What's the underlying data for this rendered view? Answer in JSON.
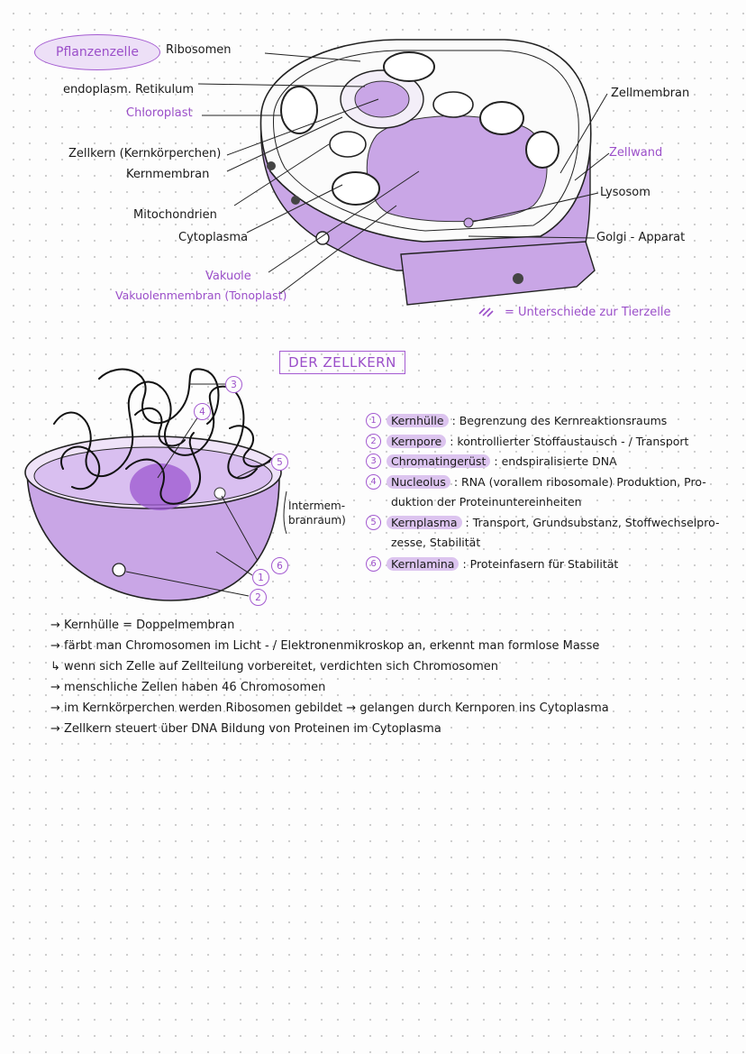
{
  "plant_cell": {
    "title": "Pflanzenzelle",
    "labels": {
      "ribosomen": "Ribosomen",
      "er": "endoplasm. Retikulum",
      "chloroplast": "Chloroplast",
      "zellkern": "Zellkern (Kernkörperchen)",
      "kernmembran": "Kernmembran",
      "mitochondrien": "Mitochondrien",
      "cytoplasma": "Cytoplasma",
      "vakuole": "Vakuole",
      "vakuolenmembran": "Vakuolenmembran (Tonoplast)",
      "zellmembran": "Zellmembran",
      "zellwand": "Zellwand",
      "lysosom": "Lysosom",
      "golgi": "Golgi - Apparat"
    },
    "note": "= Unterschiede zur Tierzelle"
  },
  "nucleus": {
    "title": "DER ZELLKERN",
    "callouts": [
      "1",
      "2",
      "3",
      "4",
      "5",
      "6"
    ],
    "intermembran": [
      "Intermem-",
      "branraum)"
    ],
    "legend": [
      {
        "n": "1",
        "term": "Kernhülle",
        "text": ": Begrenzung des Kernreaktionsraums"
      },
      {
        "n": "2",
        "term": "Kernpore",
        "text": ": kontrollierter Stoffaustausch - / Transport"
      },
      {
        "n": "3",
        "term": "Chromatingerüst",
        "text": ": endspiralisierte DNA"
      },
      {
        "n": "4",
        "term": "Nucleolus",
        "text": ": RNA (vorallem ribosomale) Produktion, Pro-",
        "cont": "duktion der Proteinuntereinheiten"
      },
      {
        "n": "5",
        "term": "Kernplasma",
        "text": ": Transport, Grundsubstanz, Stoffwechselpro-",
        "cont": "zesse, Stabilität"
      },
      {
        "n": "6",
        "term": "Kernlamina",
        "text": ": Proteinfasern für Stabilität"
      }
    ]
  },
  "notes": [
    "→ Kernhülle = Doppelmembran",
    "→ färbt man Chromosomen im Licht - / Elektronenmikroskop an, erkennt man formlose Masse",
    "↳ wenn sich Zelle auf Zellteilung vorbereitet, verdichten sich Chromosomen",
    "→ menschliche Zellen haben 46 Chromosomen",
    "→ im Kernkörperchen werden Ribosomen gebildet → gelangen durch Kernporen ins Cytoplasma",
    "→ Zellkern steuert über DNA Bildung von Proteinen im Cytoplasma"
  ],
  "colors": {
    "accent": "#9b4fc9",
    "fill": "#c9a6e6",
    "highlight": "#dcc4ef"
  }
}
